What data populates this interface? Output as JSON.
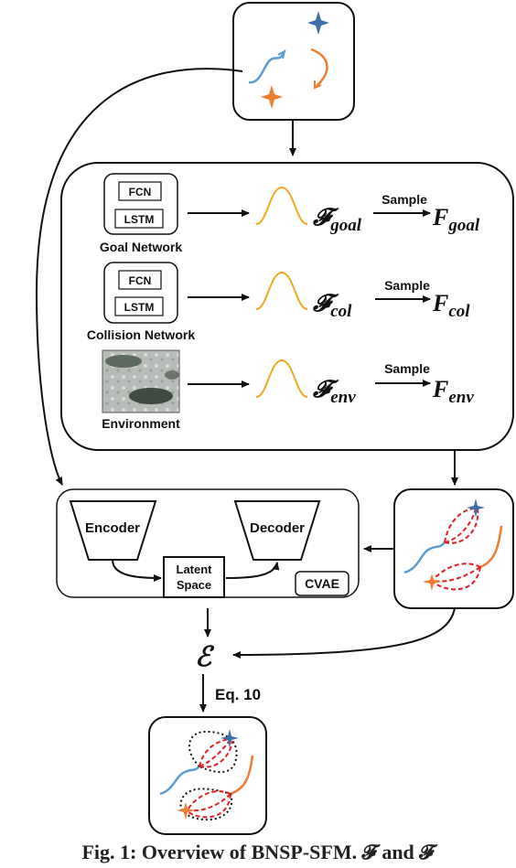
{
  "modules": {
    "goal": {
      "top": "FCN",
      "bottom": "LSTM",
      "label": "Goal Network"
    },
    "collision": {
      "top": "FCN",
      "bottom": "LSTM",
      "label": "Collision Network"
    },
    "environment": {
      "label": "Environment"
    }
  },
  "distributions": {
    "goal": {
      "symbol": "𝓕",
      "sub": "goal",
      "sample": "Sample",
      "out": "F",
      "out_sub": "goal"
    },
    "col": {
      "symbol": "𝓕",
      "sub": "col",
      "sample": "Sample",
      "out": "F",
      "out_sub": "col"
    },
    "env": {
      "symbol": "𝓕",
      "sub": "env",
      "sample": "Sample",
      "out": "F",
      "out_sub": "env"
    }
  },
  "cvae": {
    "encoder": "Encoder",
    "decoder": "Decoder",
    "latent_line1": "Latent",
    "latent_line2": "Space",
    "tag": "CVAE"
  },
  "energy_symbol": "ℰ",
  "equation_label": "Eq. 10",
  "caption": "Fig. 1: Overview of BNSP-SFM. 𝓕 and 𝓕",
  "colors": {
    "blue": "#5b9bd5",
    "orange": "#ed7d31",
    "red": "#e02020",
    "star_blue": "#3e6fa8",
    "gaussian": "#f5a623"
  }
}
